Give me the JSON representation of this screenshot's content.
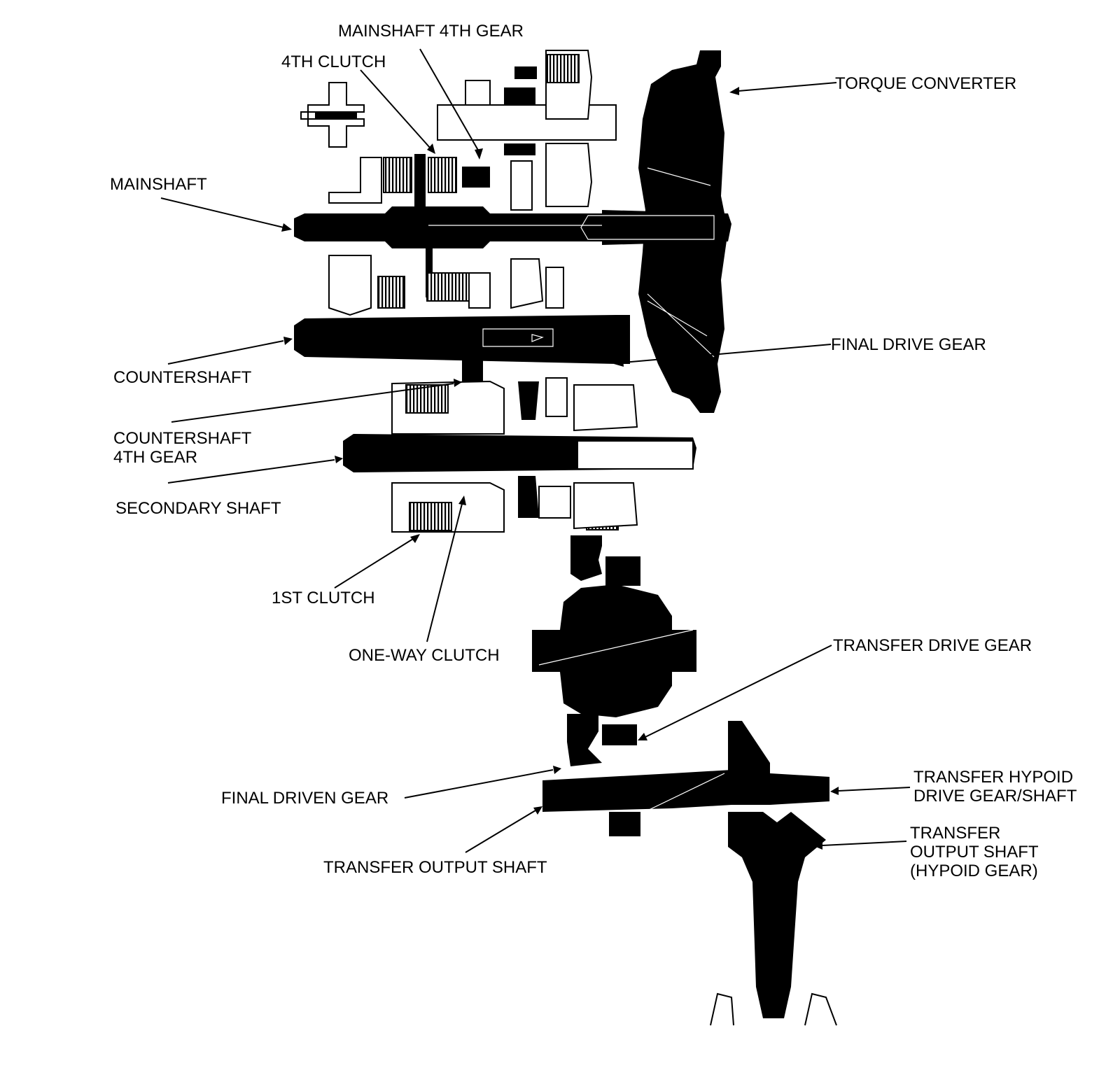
{
  "labels": {
    "mainshaft_4th_gear": "MAINSHAFT 4TH GEAR",
    "fourth_clutch": "4TH CLUTCH",
    "torque_converter": "TORQUE CONVERTER",
    "mainshaft": "MAINSHAFT",
    "final_drive_gear": "FINAL DRIVE GEAR",
    "countershaft": "COUNTERSHAFT",
    "countershaft_4th_gear": [
      "COUNTERSHAFT",
      "4TH GEAR"
    ],
    "secondary_shaft": "SECONDARY SHAFT",
    "first_clutch": "1ST CLUTCH",
    "one_way_clutch": "ONE-WAY CLUTCH",
    "transfer_drive_gear": "TRANSFER DRIVE GEAR",
    "transfer_hypoid_drive_gear_shaft": [
      "TRANSFER HYPOID",
      "DRIVE GEAR/SHAFT"
    ],
    "final_driven_gear": "FINAL DRIVEN GEAR",
    "transfer_output_shaft": "TRANSFER OUTPUT SHAFT",
    "transfer_output_shaft_hypoid": [
      "TRANSFER",
      "OUTPUT SHAFT",
      "(HYPOID GEAR)"
    ]
  },
  "colors": {
    "ink": "#000000",
    "paper": "#ffffff"
  }
}
